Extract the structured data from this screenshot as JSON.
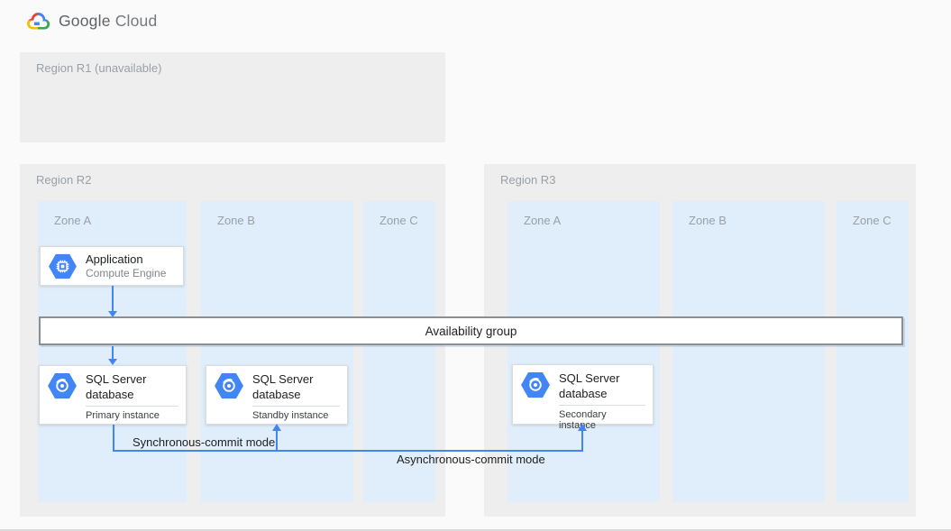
{
  "header": {
    "logo_google": "Google",
    "logo_cloud": "Cloud"
  },
  "regions": {
    "r1": {
      "label": "Region R1 (unavailable)"
    },
    "r2": {
      "label": "Region R2",
      "zones": [
        "Zone A",
        "Zone B",
        "Zone C"
      ]
    },
    "r3": {
      "label": "Region R3",
      "zones": [
        "Zone A",
        "Zone B",
        "Zone C"
      ]
    }
  },
  "nodes": {
    "application": {
      "title": "Application",
      "subtitle": "Compute Engine",
      "icon": "compute-engine-icon"
    },
    "availability_group": {
      "label": "Availability group"
    },
    "primary_db": {
      "title": "SQL Server database",
      "instance": "Primary instance",
      "icon": "sql-server-database-icon"
    },
    "standby_db": {
      "title": "SQL Server database",
      "instance": "Standby instance",
      "icon": "sql-server-database-icon"
    },
    "secondary_db": {
      "title": "SQL Server database",
      "instance": "Secondary instance",
      "icon": "sql-server-database-icon"
    }
  },
  "edges": {
    "sync_label": "Synchronous-commit mode",
    "async_label": "Asynchronous-commit mode"
  },
  "colors": {
    "arrow_blue": "#4285f4",
    "hexagon_blue": "#4285f4",
    "zone_fill": "#dfeefa",
    "region_fill": "#eeeeee",
    "logo_red": "#ea4335",
    "logo_yellow": "#fbbc05",
    "logo_green": "#34a853",
    "logo_blue": "#4285f4"
  }
}
